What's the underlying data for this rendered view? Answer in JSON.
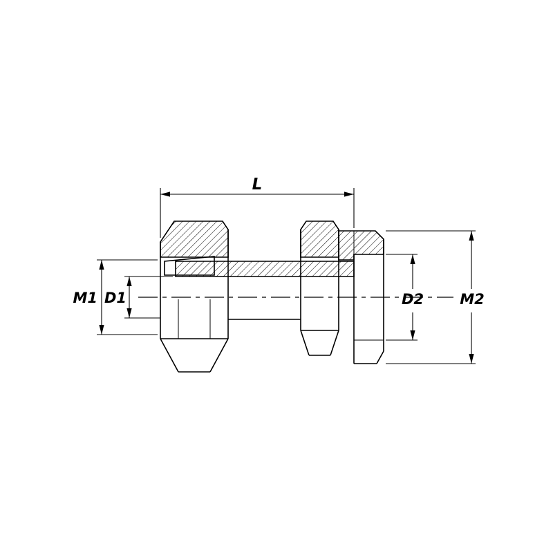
{
  "drawing": {
    "dimension_labels": {
      "overall_length": "L",
      "left_thread": "M1",
      "left_diameter": "D1",
      "right_diameter": "D2",
      "right_thread": "M2"
    },
    "colors": {
      "line": "#000000",
      "background": "#ffffff"
    }
  }
}
